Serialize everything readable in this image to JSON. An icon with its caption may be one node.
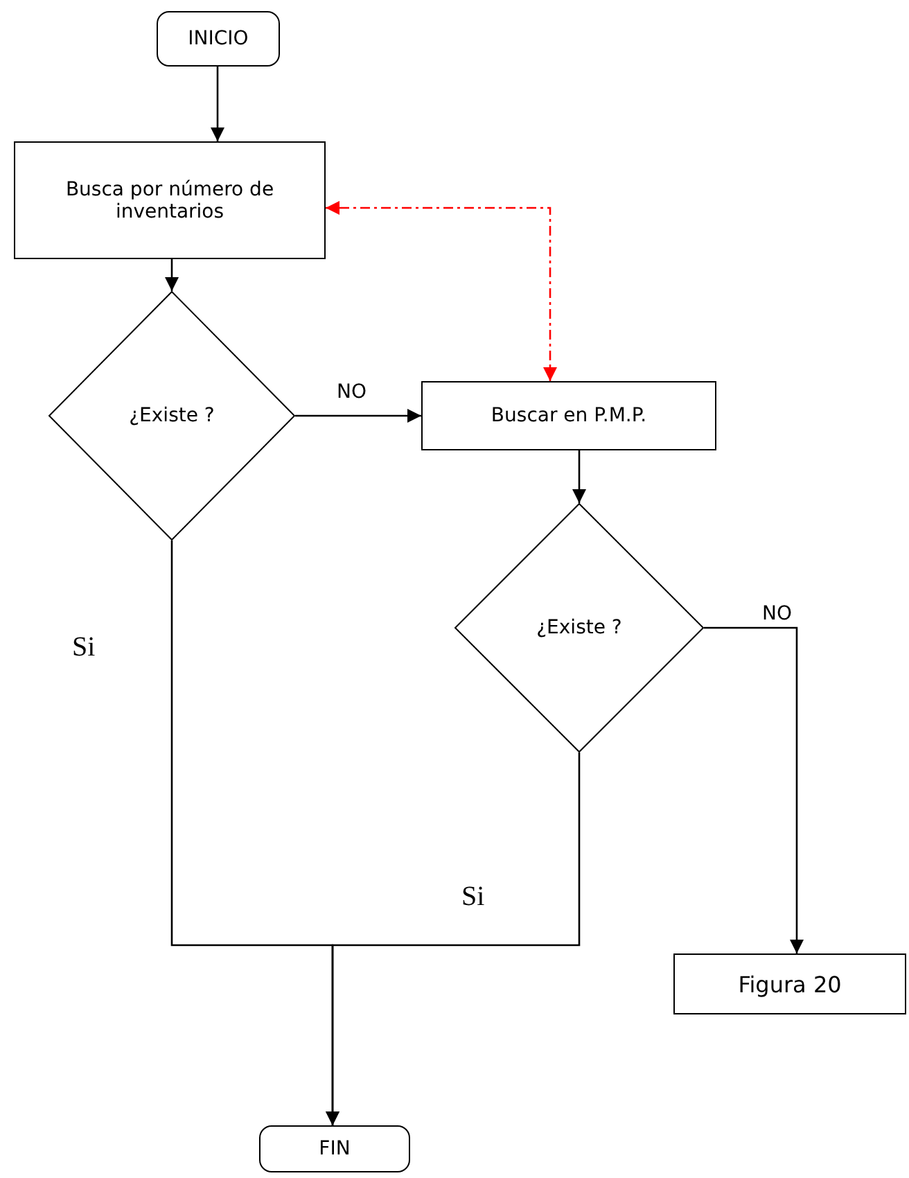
{
  "diagram": {
    "nodes": [
      {
        "text": [
          "INICIO"
        ]
      },
      {
        "text": [
          "Busca por número de inventarios"
        ]
      },
      {
        "text": [
          "¿Existe ?"
        ]
      },
      {
        "text": [
          "Buscar en P.M.P."
        ]
      },
      {
        "text": [
          "¿Existe ?"
        ]
      },
      {
        "text": [
          "Figura 20"
        ]
      },
      {
        "text": [
          "FIN"
        ]
      }
    ],
    "edges": [
      {
        "from": 0,
        "to": 1,
        "arrow": "to"
      },
      {
        "from": 1,
        "to": 2,
        "arrow": "to"
      },
      {
        "from": 2,
        "to": 3,
        "arrow": "to",
        "label": "NO"
      },
      {
        "from": 3,
        "to": 4,
        "arrow": "to"
      },
      {
        "from": 4,
        "to": 5,
        "arrow": "to",
        "label": "NO"
      },
      {
        "from": 2,
        "to": 6,
        "arrow": "to",
        "label": "Si"
      },
      {
        "from": 4,
        "to": 6,
        "arrow": "to",
        "label": "Si"
      },
      {
        "from": 3,
        "to": 1,
        "arrow": "both",
        "style": "dashed",
        "color": "#ff0000"
      }
    ]
  }
}
